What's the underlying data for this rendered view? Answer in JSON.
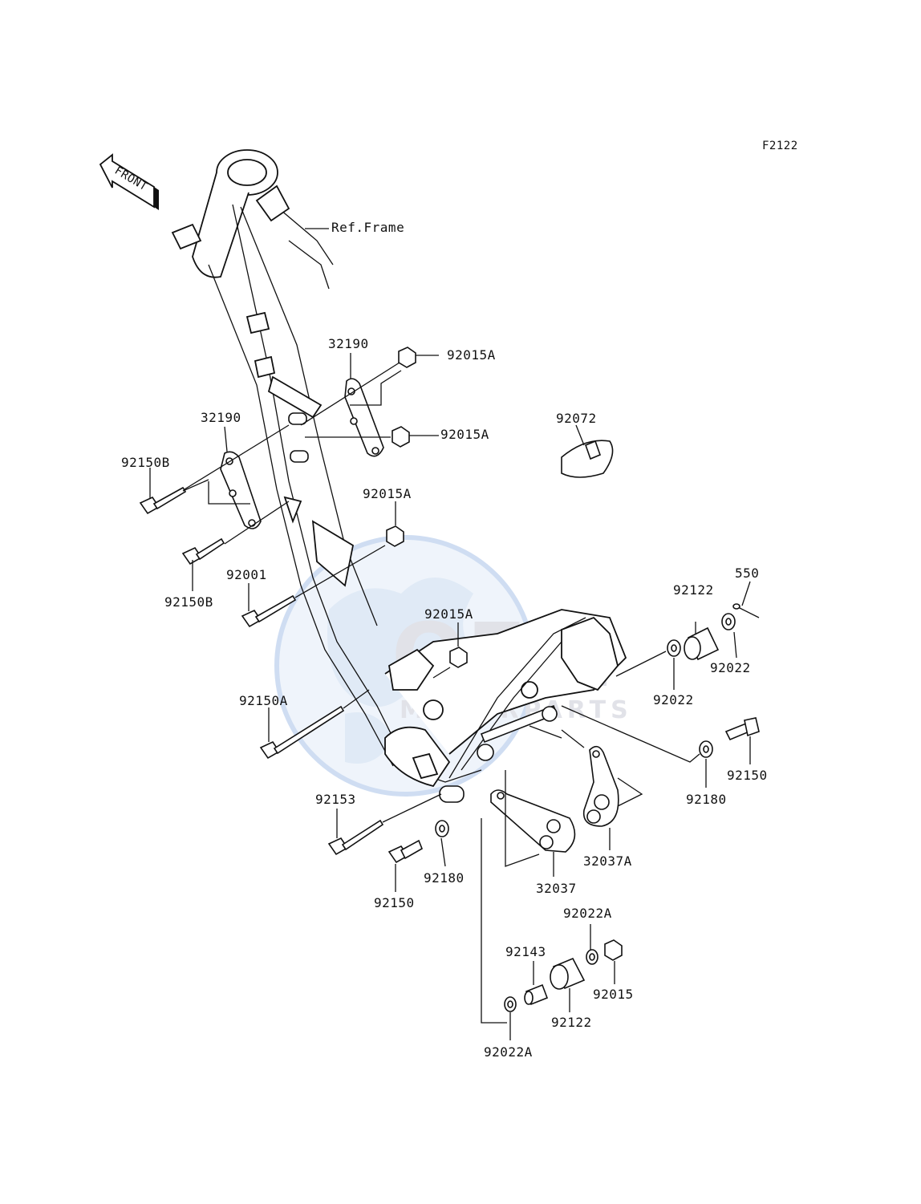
{
  "figure_code": "F2122",
  "front_arrow": {
    "label": "FRONT",
    "icon": "front-arrow-icon"
  },
  "ref_label": "Ref.Frame",
  "watermark": {
    "brand": "OEM",
    "tagline": "MOTORPARTS",
    "colors": {
      "globe": "#c7d9f0",
      "text": "#c9ccd6",
      "accent": "#a9c3e8"
    }
  },
  "parts": [
    {
      "id": "p32190_upper",
      "label": "32190"
    },
    {
      "id": "p92015A_1",
      "label": "92015A"
    },
    {
      "id": "p92015A_2",
      "label": "92015A"
    },
    {
      "id": "p92072",
      "label": "92072"
    },
    {
      "id": "p32190_lower",
      "label": "32190"
    },
    {
      "id": "p92150B_1",
      "label": "92150B"
    },
    {
      "id": "p92015A_3",
      "label": "92015A"
    },
    {
      "id": "p92150B_2",
      "label": "92150B"
    },
    {
      "id": "p92001",
      "label": "92001"
    },
    {
      "id": "p550",
      "label": "550"
    },
    {
      "id": "p92122_upper",
      "label": "92122"
    },
    {
      "id": "p92015A_4",
      "label": "92015A"
    },
    {
      "id": "p92022_1",
      "label": "92022"
    },
    {
      "id": "p92022_2",
      "label": "92022"
    },
    {
      "id": "p92150A",
      "label": "92150A"
    },
    {
      "id": "p92150_right",
      "label": "92150"
    },
    {
      "id": "p92180_right",
      "label": "92180"
    },
    {
      "id": "p92153",
      "label": "92153"
    },
    {
      "id": "p32037A",
      "label": "32037A"
    },
    {
      "id": "p92180_left",
      "label": "92180"
    },
    {
      "id": "p92150_left",
      "label": "92150"
    },
    {
      "id": "p32037",
      "label": "32037"
    },
    {
      "id": "p92022A_top",
      "label": "92022A"
    },
    {
      "id": "p92143",
      "label": "92143"
    },
    {
      "id": "p92015",
      "label": "92015"
    },
    {
      "id": "p92122_lower",
      "label": "92122"
    },
    {
      "id": "p92022A_bottom",
      "label": "92022A"
    }
  ]
}
